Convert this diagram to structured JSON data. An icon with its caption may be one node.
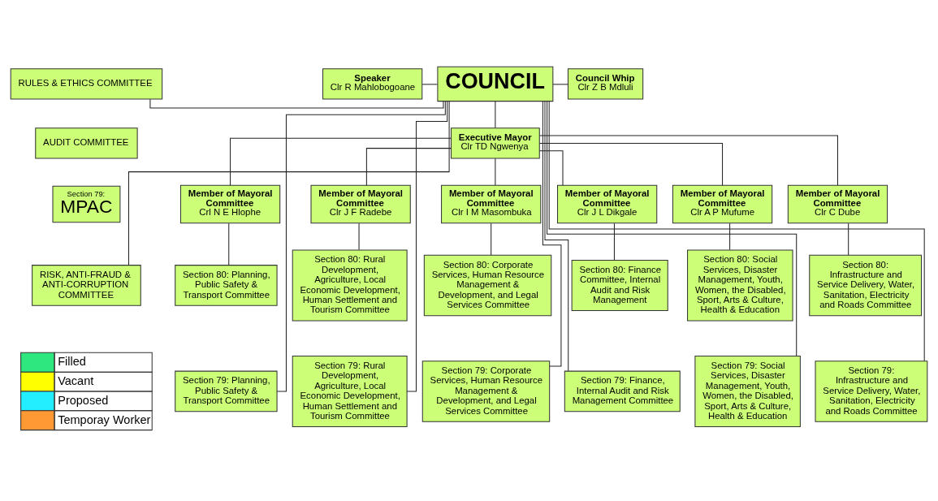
{
  "diagram": {
    "nodes": [
      {
        "text": [
          "RULES & ETHICS COMMITTEE"
        ]
      },
      {
        "text": [
          "Speaker",
          "Clr R Mahlobogoane"
        ]
      },
      {
        "text": [
          "COUNCIL"
        ]
      },
      {
        "text": [
          "Council Whip",
          "Clr Z B Mdluli"
        ]
      },
      {
        "text": [
          "AUDIT COMMITTEE"
        ]
      },
      {
        "text": [
          "Executive Mayor",
          "Clr TD Ngwenya"
        ]
      },
      {
        "text": [
          "Section 79:",
          "MPAC"
        ]
      },
      {
        "text": [
          "RISK, ANTI-FRAUD & ANTI-CORRUPTION COMMITTEE"
        ]
      },
      {
        "text": [
          "Member of Mayoral Committee",
          "Crl N E Hlophe"
        ]
      },
      {
        "text": [
          "Member of Mayoral Committee",
          "Clr J F Radebe"
        ]
      },
      {
        "text": [
          "Member of Mayoral Committee",
          "Clr I M Masombuka"
        ]
      },
      {
        "text": [
          "Member of Mayoral Committee",
          "Clr J L Dikgale"
        ]
      },
      {
        "text": [
          "Member of Mayoral Committee",
          "Clr A P Mufume"
        ]
      },
      {
        "text": [
          "Member of Mayoral Committee",
          "Clr C Dube"
        ]
      },
      {
        "text": [
          "Section 80: Planning, Public Safety & Transport Committee"
        ]
      },
      {
        "text": [
          "Section 80: Rural Development, Agriculture, Local Economic Development, Human Settlement and Tourism Committee"
        ]
      },
      {
        "text": [
          "Section 80: Corporate Services, Human Resource Management & Development, and Legal Services Committee"
        ]
      },
      {
        "text": [
          "Section 80: Finance Committee, Internal Audit and Risk Management"
        ]
      },
      {
        "text": [
          "Section 80: Social Services, Disaster Management, Youth, Women, the Disabled, Sport, Arts & Culture, Health & Education"
        ]
      },
      {
        "text": [
          "Section 80: Infrastructure and Service Delivery, Water, Sanitation, Electricity and Roads Committee"
        ]
      },
      {
        "text": [
          "Section 79: Planning, Public Safety & Transport Committee"
        ]
      },
      {
        "text": [
          "Section 79: Rural Development, Agriculture, Local Economic Development, Human Settlement and Tourism Committee"
        ]
      },
      {
        "text": [
          "Section 79: Corporate Services, Human Resource Management & Development, and Legal Services Committee"
        ]
      },
      {
        "text": [
          "Section 79: Finance, Internal Audit and Risk Management Committee"
        ]
      },
      {
        "text": [
          "Section 79: Social Services, Disaster Management, Youth, Women, the Disabled, Sport, Arts & Culture, Health & Education"
        ]
      },
      {
        "text": [
          "Section 79: Infrastructure and Service Delivery, Water, Sanitation, Electricity and Roads Committee"
        ]
      }
    ],
    "edges": [
      {
        "from": 1,
        "to": 2,
        "arrow": "none"
      },
      {
        "from": 2,
        "to": 3,
        "arrow": "none"
      },
      {
        "from": 2,
        "to": 0,
        "arrow": "none"
      },
      {
        "from": 2,
        "to": 7,
        "arrow": "none"
      },
      {
        "from": 2,
        "to": 5,
        "arrow": "none"
      },
      {
        "from": 5,
        "to": 8,
        "arrow": "none"
      },
      {
        "from": 5,
        "to": 9,
        "arrow": "none"
      },
      {
        "from": 5,
        "to": 10,
        "arrow": "none"
      },
      {
        "from": 5,
        "to": 11,
        "arrow": "none"
      },
      {
        "from": 5,
        "to": 12,
        "arrow": "none"
      },
      {
        "from": 5,
        "to": 13,
        "arrow": "none"
      },
      {
        "from": 8,
        "to": 14,
        "arrow": "none"
      },
      {
        "from": 9,
        "to": 15,
        "arrow": "none"
      },
      {
        "from": 10,
        "to": 16,
        "arrow": "none"
      },
      {
        "from": 11,
        "to": 17,
        "arrow": "none"
      },
      {
        "from": 12,
        "to": 18,
        "arrow": "none"
      },
      {
        "from": 13,
        "to": 19,
        "arrow": "none"
      },
      {
        "from": 2,
        "to": 20,
        "arrow": "none"
      },
      {
        "from": 2,
        "to": 21,
        "arrow": "none"
      },
      {
        "from": 2,
        "to": 22,
        "arrow": "none"
      },
      {
        "from": 2,
        "to": 23,
        "arrow": "none"
      },
      {
        "from": 2,
        "to": 24,
        "arrow": "none"
      },
      {
        "from": 2,
        "to": 25,
        "arrow": "none"
      }
    ],
    "legend": [
      {
        "text": "Filled",
        "color": "#2ee87f"
      },
      {
        "text": "Vacant",
        "color": "#ffff00"
      },
      {
        "text": "Proposed",
        "color": "#22eeff"
      },
      {
        "text": "Temporay Worker",
        "color": "#ff9933"
      }
    ]
  }
}
